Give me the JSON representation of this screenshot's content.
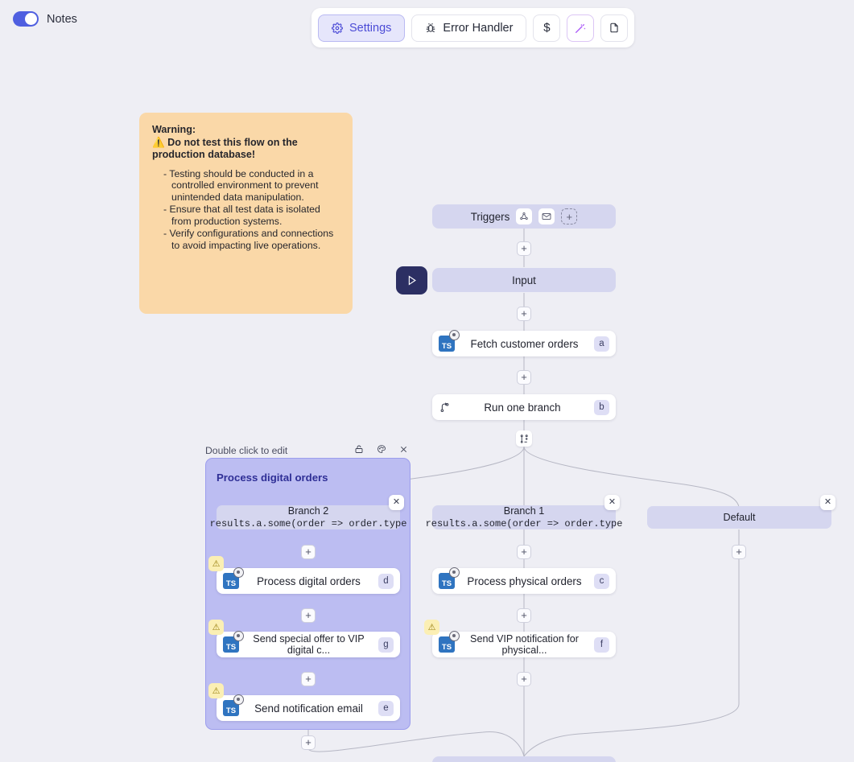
{
  "topbar": {
    "notes_label": "Notes",
    "notes_toggle_on": true,
    "buttons": [
      {
        "label": "Settings",
        "icon": "gear-icon",
        "active": true
      },
      {
        "label": "Error Handler",
        "icon": "bug-icon",
        "active": false
      },
      {
        "label": "$",
        "icon": "dollar-icon",
        "active": false
      },
      {
        "label": "",
        "icon": "magic-wand-icon",
        "active": false
      },
      {
        "label": "",
        "icon": "document-icon",
        "active": false
      }
    ]
  },
  "note": {
    "heading_line1": "Warning:",
    "heading_line2": "⚠️ Do not test this flow on the production database!",
    "bullets": [
      "Testing should be conducted in a controlled environment to prevent unintended data manipulation.",
      "Ensure that all test data is isolated from production systems.",
      "Verify configurations and connections to avoid impacting live operations."
    ]
  },
  "flow": {
    "triggers": {
      "label": "Triggers",
      "icons": [
        "webhook-icon",
        "email-icon"
      ],
      "add_label": "+"
    },
    "input": {
      "label": "Input"
    },
    "fetch": {
      "label": "Fetch customer orders",
      "letter": "a",
      "icon": "typescript-icon"
    },
    "run_one_branch": {
      "label": "Run one branch",
      "letter": "b",
      "icon": "branch-icon"
    },
    "branches": [
      {
        "name": "Branch 2",
        "expression": "results.a.some(order => order.type",
        "grouped": true,
        "group_label": "Double click to edit",
        "group_title": "Process digital orders",
        "nodes": [
          {
            "label": "Process digital orders",
            "letter": "d",
            "warning": true
          },
          {
            "label": "Send special offer to VIP digital c...",
            "letter": "g",
            "warning": true
          },
          {
            "label": "Send notification email",
            "letter": "e",
            "warning": true
          }
        ]
      },
      {
        "name": "Branch 1",
        "expression": "results.a.some(order => order.type",
        "grouped": false,
        "nodes": [
          {
            "label": "Process physical orders",
            "letter": "c",
            "warning": false
          },
          {
            "label": "Send VIP notification for physical...",
            "letter": "f",
            "warning": true
          }
        ]
      },
      {
        "name": "Default",
        "expression": "",
        "grouped": false,
        "nodes": []
      }
    ]
  },
  "colors": {
    "canvas": "#eeeef4",
    "accent": "#4b4bd6",
    "ghost_node": "#d5d6ef",
    "group_fill": "#bcbdf2",
    "note_fill": "#fad8a8",
    "warning": "#fbefb4",
    "play_button": "#2c2f63",
    "typescript_blue": "#2f74c0"
  }
}
